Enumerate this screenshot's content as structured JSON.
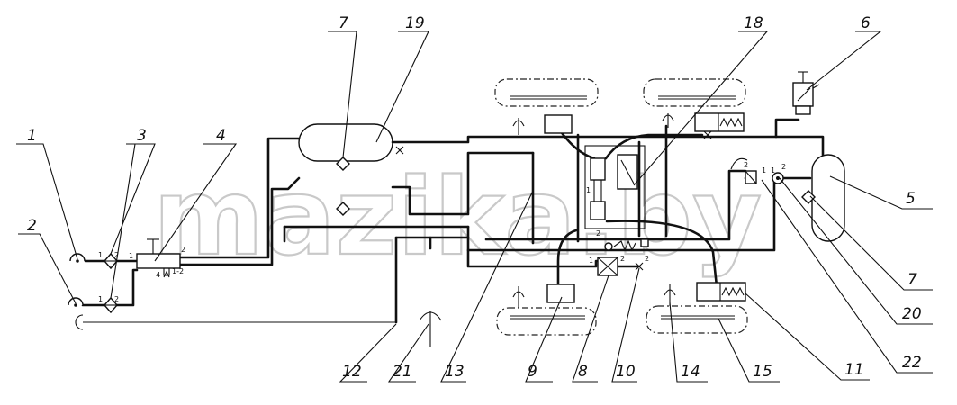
{
  "watermark": "mazika.by",
  "leader_labels": [
    "1",
    "2",
    "3",
    "4",
    "5",
    "6",
    "7",
    "7",
    "8",
    "9",
    "10",
    "11",
    "12",
    "13",
    "14",
    "15",
    "18",
    "19",
    "20",
    "21",
    "22"
  ],
  "port_labels": {
    "p_3a_1": "1",
    "p_3a_2": "2",
    "p_3b_1": "1",
    "p_3b_2": "2",
    "p_4_1": "1",
    "p_4_2": "2",
    "p_4_4": "4",
    "p_4_12": "1-2",
    "p_8_1": "1",
    "p_8_2": "2",
    "p_9_2": "2",
    "p_18_1": "1",
    "p_18_2": "2",
    "p_21_1": "1",
    "p_21_2": "2",
    "p_22_1": "1",
    "p_22_2": "2"
  }
}
